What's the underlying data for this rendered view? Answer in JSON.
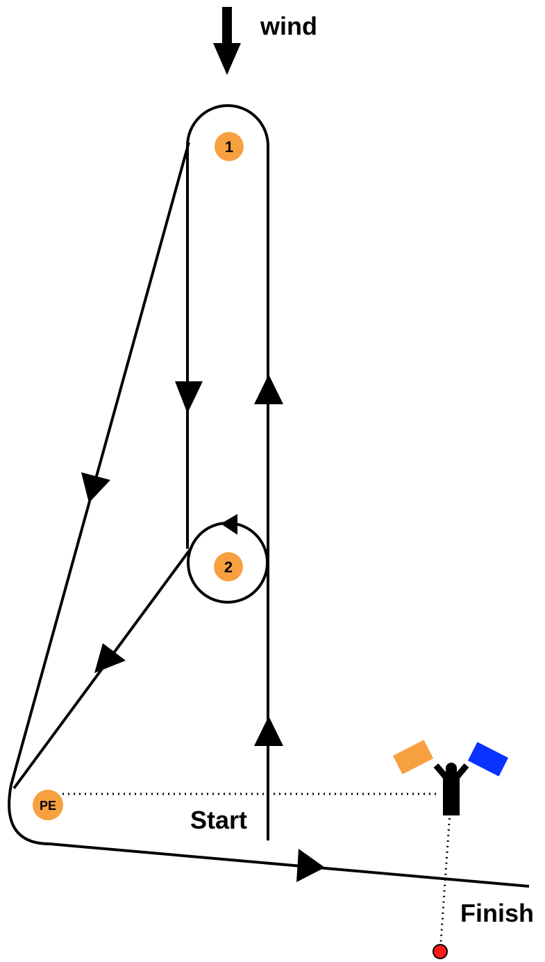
{
  "labels": {
    "wind": "wind",
    "start": "Start",
    "finish": "Finish"
  },
  "marks": {
    "mark1": "1",
    "mark2": "2",
    "pe": "PE"
  },
  "colors": {
    "line": "#000000",
    "mark_fill": "#f7a040",
    "flag_left": "#f7a040",
    "flag_right": "#0a32ff",
    "finish_dot": "#ff1a1a"
  },
  "icons": {
    "wind": "down-arrow-icon",
    "committee_boat": "committee-boat-icon"
  }
}
